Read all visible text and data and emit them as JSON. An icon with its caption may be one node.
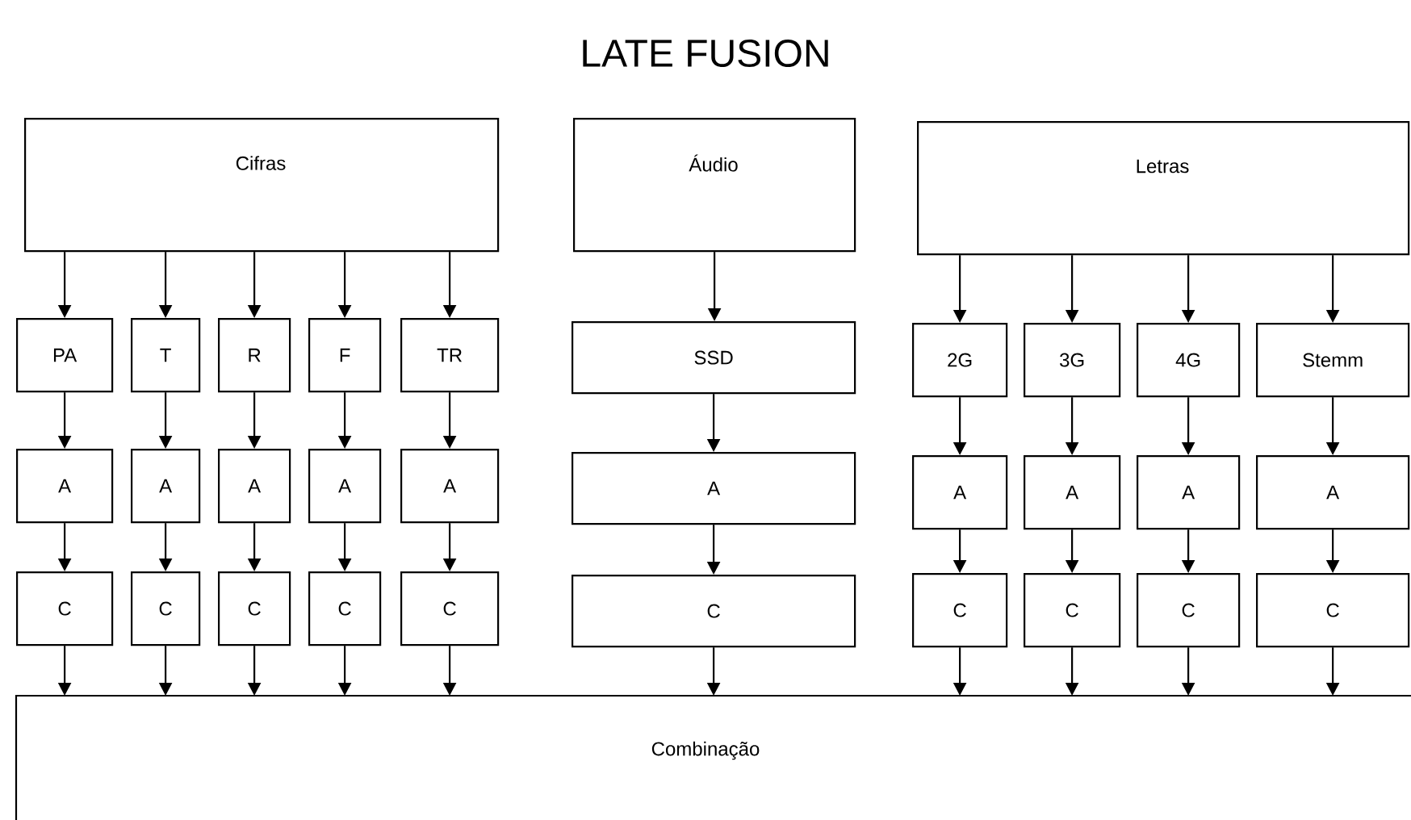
{
  "diagram": {
    "title": "LATE FUSION",
    "nodes": [
      {
        "text": [
          "Cifras"
        ]
      },
      {
        "text": [
          "Áudio"
        ]
      },
      {
        "text": [
          "Letras"
        ]
      },
      {
        "text": [
          "PA"
        ]
      },
      {
        "text": [
          "T"
        ]
      },
      {
        "text": [
          "R"
        ]
      },
      {
        "text": [
          "F"
        ]
      },
      {
        "text": [
          "TR"
        ]
      },
      {
        "text": [
          "SSD"
        ]
      },
      {
        "text": [
          "2G"
        ]
      },
      {
        "text": [
          "3G"
        ]
      },
      {
        "text": [
          "4G"
        ]
      },
      {
        "text": [
          "Stemm"
        ]
      },
      {
        "text": [
          "A"
        ]
      },
      {
        "text": [
          "A"
        ]
      },
      {
        "text": [
          "A"
        ]
      },
      {
        "text": [
          "A"
        ]
      },
      {
        "text": [
          "A"
        ]
      },
      {
        "text": [
          "A"
        ]
      },
      {
        "text": [
          "A"
        ]
      },
      {
        "text": [
          "A"
        ]
      },
      {
        "text": [
          "A"
        ]
      },
      {
        "text": [
          "A"
        ]
      },
      {
        "text": [
          "C"
        ]
      },
      {
        "text": [
          "C"
        ]
      },
      {
        "text": [
          "C"
        ]
      },
      {
        "text": [
          "C"
        ]
      },
      {
        "text": [
          "C"
        ]
      },
      {
        "text": [
          "C"
        ]
      },
      {
        "text": [
          "C"
        ]
      },
      {
        "text": [
          "C"
        ]
      },
      {
        "text": [
          "C"
        ]
      },
      {
        "text": [
          "C"
        ]
      },
      {
        "text": [
          "Combinação"
        ]
      }
    ],
    "edges": [
      {
        "from": 0,
        "to": 3,
        "arrow": "to"
      },
      {
        "from": 0,
        "to": 4,
        "arrow": "to"
      },
      {
        "from": 0,
        "to": 5,
        "arrow": "to"
      },
      {
        "from": 0,
        "to": 6,
        "arrow": "to"
      },
      {
        "from": 0,
        "to": 7,
        "arrow": "to"
      },
      {
        "from": 1,
        "to": 8,
        "arrow": "to"
      },
      {
        "from": 2,
        "to": 9,
        "arrow": "to"
      },
      {
        "from": 2,
        "to": 10,
        "arrow": "to"
      },
      {
        "from": 2,
        "to": 11,
        "arrow": "to"
      },
      {
        "from": 2,
        "to": 12,
        "arrow": "to"
      },
      {
        "from": 3,
        "to": 13,
        "arrow": "to"
      },
      {
        "from": 4,
        "to": 14,
        "arrow": "to"
      },
      {
        "from": 5,
        "to": 15,
        "arrow": "to"
      },
      {
        "from": 6,
        "to": 16,
        "arrow": "to"
      },
      {
        "from": 7,
        "to": 17,
        "arrow": "to"
      },
      {
        "from": 8,
        "to": 18,
        "arrow": "to"
      },
      {
        "from": 9,
        "to": 19,
        "arrow": "to"
      },
      {
        "from": 10,
        "to": 20,
        "arrow": "to"
      },
      {
        "from": 11,
        "to": 21,
        "arrow": "to"
      },
      {
        "from": 12,
        "to": 22,
        "arrow": "to"
      },
      {
        "from": 13,
        "to": 23,
        "arrow": "to"
      },
      {
        "from": 14,
        "to": 24,
        "arrow": "to"
      },
      {
        "from": 15,
        "to": 25,
        "arrow": "to"
      },
      {
        "from": 16,
        "to": 26,
        "arrow": "to"
      },
      {
        "from": 17,
        "to": 27,
        "arrow": "to"
      },
      {
        "from": 18,
        "to": 28,
        "arrow": "to"
      },
      {
        "from": 19,
        "to": 29,
        "arrow": "to"
      },
      {
        "from": 20,
        "to": 30,
        "arrow": "to"
      },
      {
        "from": 21,
        "to": 31,
        "arrow": "to"
      },
      {
        "from": 22,
        "to": 32,
        "arrow": "to"
      },
      {
        "from": 23,
        "to": 33,
        "arrow": "to"
      },
      {
        "from": 24,
        "to": 33,
        "arrow": "to"
      },
      {
        "from": 25,
        "to": 33,
        "arrow": "to"
      },
      {
        "from": 26,
        "to": 33,
        "arrow": "to"
      },
      {
        "from": 27,
        "to": 33,
        "arrow": "to"
      },
      {
        "from": 28,
        "to": 33,
        "arrow": "to"
      },
      {
        "from": 29,
        "to": 33,
        "arrow": "to"
      },
      {
        "from": 30,
        "to": 33,
        "arrow": "to"
      },
      {
        "from": 31,
        "to": 33,
        "arrow": "to"
      },
      {
        "from": 32,
        "to": 33,
        "arrow": "to"
      }
    ]
  }
}
